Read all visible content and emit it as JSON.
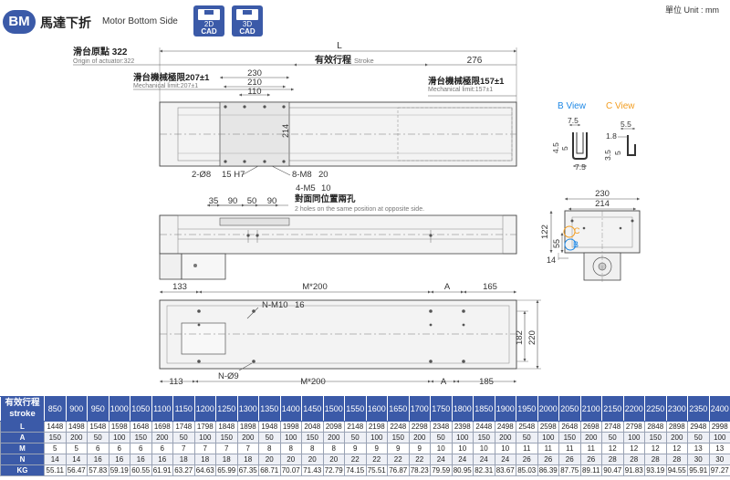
{
  "header": {
    "badge": "BM",
    "title_cn": "馬達下折",
    "title_en": "Motor Bottom Side",
    "cad_buttons": [
      {
        "line1": "2D",
        "line2": "CAD",
        "icon": "floppy-disk-icon"
      },
      {
        "line1": "3D",
        "line2": "CAD",
        "icon": "floppy-disk-icon"
      }
    ],
    "unit": "單位 Unit : mm",
    "colors": {
      "brand": "#3b5aa8",
      "b_view": "#1e88e5",
      "c_view": "#f29c1f"
    }
  },
  "drawing": {
    "top_view": {
      "L": "L",
      "stroke_cn": "有效行程",
      "stroke_en": "Stroke",
      "stroke_right": "276",
      "origin_cn": "滑台原點 322",
      "origin_en": "Origin of actuator:322",
      "mech_left_cn": "滑台機械極限207±1",
      "mech_left_en": "Mechanical limit:207±1",
      "mech_right_cn": "滑台機械極限157±1",
      "mech_right_en": "Mechanical limit:157±1",
      "d230": "230",
      "d210": "210",
      "d110": "110",
      "d214": "214",
      "hole_left": "2-Ø8",
      "hole_left_tol": "15 H7",
      "hole_right": "8-M8",
      "hole_right_depth": "20"
    },
    "side_view": {
      "tap": "4-M5",
      "tap_depth": "10",
      "note_cn": "對面同位置兩孔",
      "note_en": "2 holes on the same position at opposite side.",
      "d35": "35",
      "d90a": "90",
      "d50": "50",
      "d90b": "90"
    },
    "bottom_view": {
      "d133": "133",
      "m200_top": "M*200",
      "a_top": "A",
      "d165": "165",
      "nm10": "N-M10",
      "nm10_depth": "16",
      "hole9": "N-Ø9",
      "d113": "113",
      "m200_bot": "M*200",
      "a_bot": "A",
      "d185": "185",
      "d182": "182",
      "d220": "220"
    },
    "profile_views": {
      "b_view": "B View",
      "c_view": "C View",
      "b_d75a": "7.5",
      "b_d45": "4.5",
      "b_d5": "5",
      "b_d75b": "7.5",
      "c_d55": "5.5",
      "c_d18": "1.8",
      "c_d35": "3.5",
      "c_d5": "5"
    },
    "end_view": {
      "d230": "230",
      "d214": "214",
      "d122": "122",
      "d55": "55",
      "d14": "14",
      "label_c": "C",
      "label_b": "B"
    }
  },
  "table": {
    "header_cn": "有效行程",
    "header_en": "stroke",
    "strokes": [
      "850",
      "900",
      "950",
      "1000",
      "1050",
      "1100",
      "1150",
      "1200",
      "1250",
      "1300",
      "1350",
      "1400",
      "1450",
      "1500",
      "1550",
      "1600",
      "1650",
      "1700",
      "1750",
      "1800",
      "1850",
      "1900",
      "1950",
      "2000",
      "2050",
      "2100",
      "2150",
      "2200",
      "2250",
      "2300",
      "2350",
      "2400"
    ],
    "rows": [
      {
        "label": "L",
        "values": [
          "1448",
          "1498",
          "1548",
          "1598",
          "1648",
          "1698",
          "1748",
          "1798",
          "1848",
          "1898",
          "1948",
          "1998",
          "2048",
          "2098",
          "2148",
          "2198",
          "2248",
          "2298",
          "2348",
          "2398",
          "2448",
          "2498",
          "2548",
          "2598",
          "2648",
          "2698",
          "2748",
          "2798",
          "2848",
          "2898",
          "2948",
          "2998"
        ]
      },
      {
        "label": "A",
        "values": [
          "150",
          "200",
          "50",
          "100",
          "150",
          "200",
          "50",
          "100",
          "150",
          "200",
          "50",
          "100",
          "150",
          "200",
          "50",
          "100",
          "150",
          "200",
          "50",
          "100",
          "150",
          "200",
          "50",
          "100",
          "150",
          "200",
          "50",
          "100",
          "150",
          "200",
          "50",
          "100"
        ]
      },
      {
        "label": "M",
        "values": [
          "5",
          "5",
          "6",
          "6",
          "6",
          "6",
          "7",
          "7",
          "7",
          "7",
          "8",
          "8",
          "8",
          "8",
          "9",
          "9",
          "9",
          "9",
          "10",
          "10",
          "10",
          "10",
          "11",
          "11",
          "11",
          "11",
          "12",
          "12",
          "12",
          "12",
          "13",
          "13"
        ]
      },
      {
        "label": "N",
        "values": [
          "14",
          "14",
          "16",
          "16",
          "16",
          "16",
          "18",
          "18",
          "18",
          "18",
          "20",
          "20",
          "20",
          "20",
          "22",
          "22",
          "22",
          "22",
          "24",
          "24",
          "24",
          "24",
          "26",
          "26",
          "26",
          "26",
          "28",
          "28",
          "28",
          "28",
          "30",
          "30"
        ]
      },
      {
        "label": "KG",
        "values": [
          "55.11",
          "56.47",
          "57.83",
          "59.19",
          "60.55",
          "61.91",
          "63.27",
          "64.63",
          "65.99",
          "67.35",
          "68.71",
          "70.07",
          "71.43",
          "72.79",
          "74.15",
          "75.51",
          "76.87",
          "78.23",
          "79.59",
          "80.95",
          "82.31",
          "83.67",
          "85.03",
          "86.39",
          "87.75",
          "89.11",
          "90.47",
          "91.83",
          "93.19",
          "94.55",
          "95.91",
          "97.27"
        ]
      }
    ]
  }
}
